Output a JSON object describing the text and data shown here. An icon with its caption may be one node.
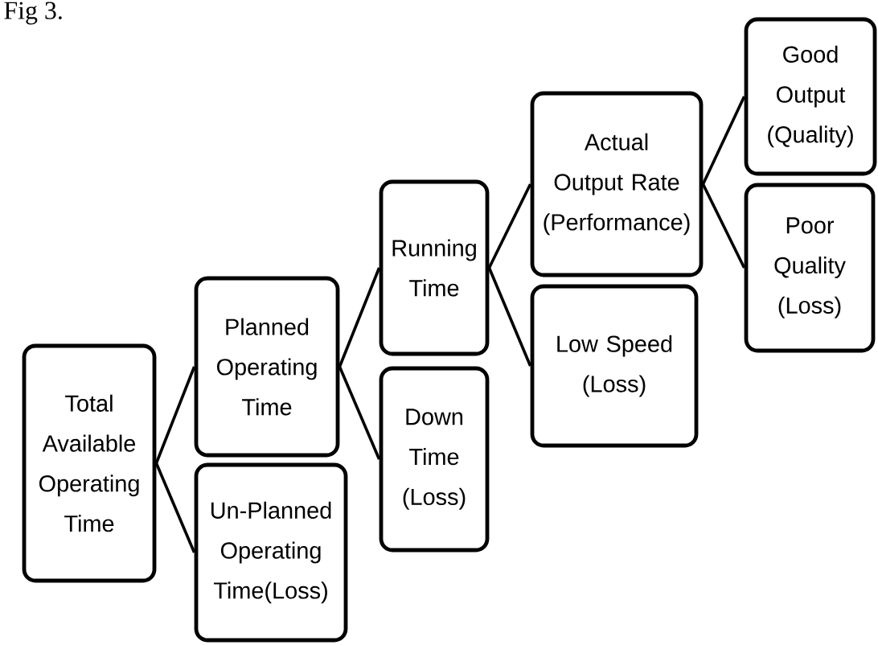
{
  "diagram": {
    "title": "Fig 3.",
    "nodes": [
      {
        "text": [
          "Total Available Operating Time"
        ]
      },
      {
        "text": [
          "Planned Operating Time"
        ]
      },
      {
        "text": [
          "Un-Planned Operating Time(Loss)"
        ]
      },
      {
        "text": [
          "Running Time"
        ]
      },
      {
        "text": [
          "Down Time (Loss)"
        ]
      },
      {
        "text": [
          "Actual Output Rate (Performance)"
        ]
      },
      {
        "text": [
          "Low Speed (Loss)"
        ]
      },
      {
        "text": [
          "Good Output (Quality)"
        ]
      },
      {
        "text": [
          "Poor Quality (Loss)"
        ]
      }
    ],
    "edges": [
      {
        "from": 0,
        "to": 1,
        "arrow": "none"
      },
      {
        "from": 0,
        "to": 2,
        "arrow": "none"
      },
      {
        "from": 1,
        "to": 3,
        "arrow": "none"
      },
      {
        "from": 1,
        "to": 4,
        "arrow": "none"
      },
      {
        "from": 3,
        "to": 5,
        "arrow": "none"
      },
      {
        "from": 3,
        "to": 6,
        "arrow": "none"
      },
      {
        "from": 5,
        "to": 7,
        "arrow": "none"
      },
      {
        "from": 5,
        "to": 8,
        "arrow": "none"
      }
    ]
  }
}
